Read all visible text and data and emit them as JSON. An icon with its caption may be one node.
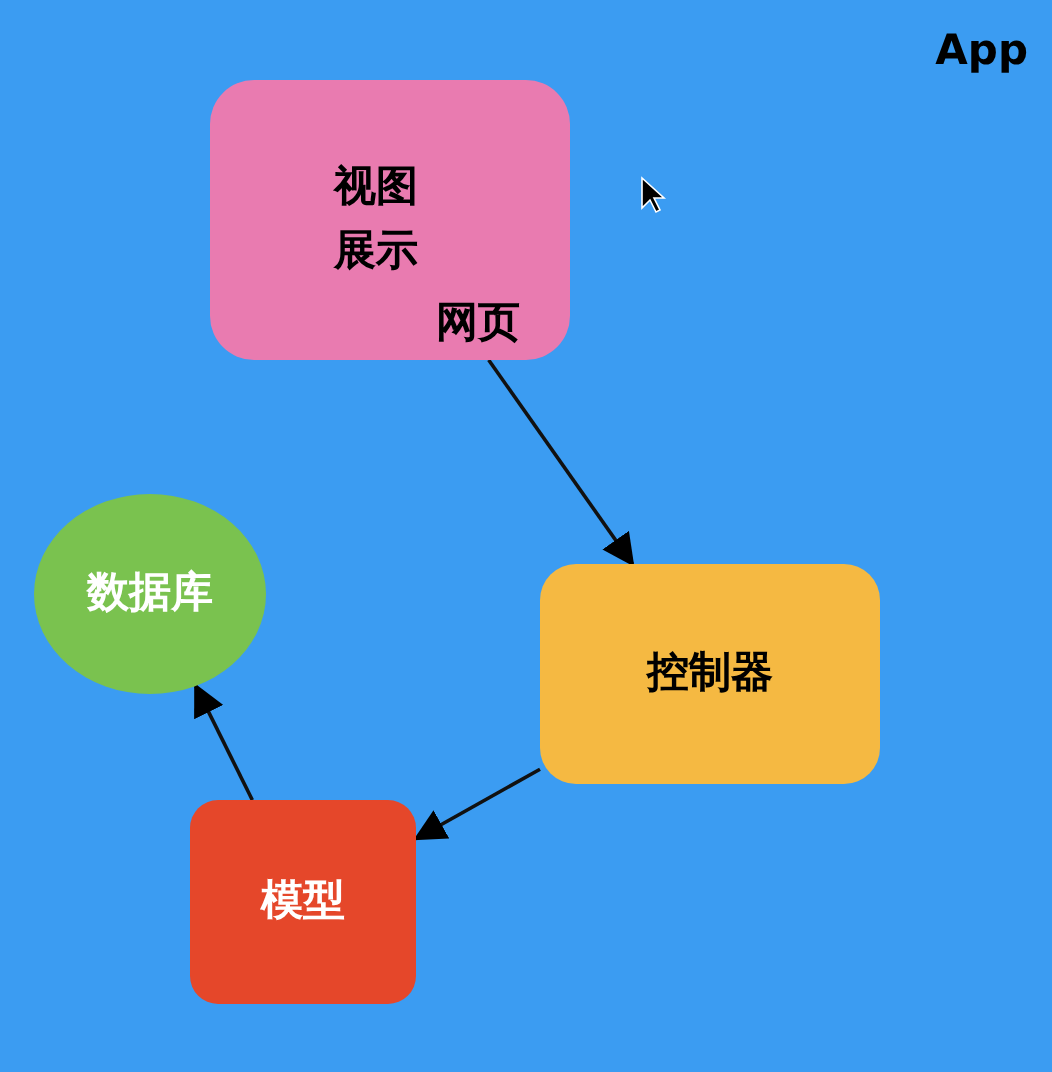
{
  "diagram": {
    "nodes": [
      {
        "text": [
          "视图展示",
          "网页"
        ]
      },
      {
        "text": [
          "控制器"
        ]
      },
      {
        "text": [
          "模型"
        ]
      },
      {
        "text": [
          "数据库"
        ]
      }
    ],
    "edges": [
      {
        "from": 0,
        "to": 1,
        "arrow": "to"
      },
      {
        "from": 1,
        "to": 2,
        "arrow": "to"
      },
      {
        "from": 2,
        "to": 3,
        "arrow": "to"
      }
    ],
    "labels": [
      "App"
    ]
  }
}
